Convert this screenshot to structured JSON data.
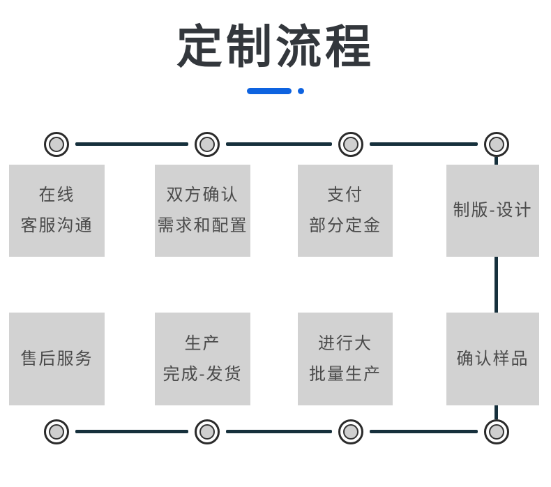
{
  "header": {
    "title": "定制流程"
  },
  "colors": {
    "title": "#33373c",
    "accent": "#0e63e0",
    "line": "#16303c",
    "box_bg": "#d2d2d2",
    "box_text": "#4a4a4a",
    "ring": "#2a2a2a",
    "fill": "#cfcfcf"
  },
  "icons": {
    "node": "concentric-circle-node",
    "underline": "accent-dash-and-dot"
  },
  "flow": {
    "top_row": [
      {
        "line1": "在线",
        "line2": "客服沟通"
      },
      {
        "line1": "双方确认",
        "line2": "需求和配置"
      },
      {
        "line1": "支付",
        "line2": "部分定金"
      },
      {
        "line1": "制版-设计",
        "line2": ""
      }
    ],
    "bottom_row": [
      {
        "line1": "售后服务",
        "line2": ""
      },
      {
        "line1": "生产",
        "line2": "完成-发货"
      },
      {
        "line1": "进行大",
        "line2": "批量生产"
      },
      {
        "line1": "确认样品",
        "line2": ""
      }
    ]
  }
}
